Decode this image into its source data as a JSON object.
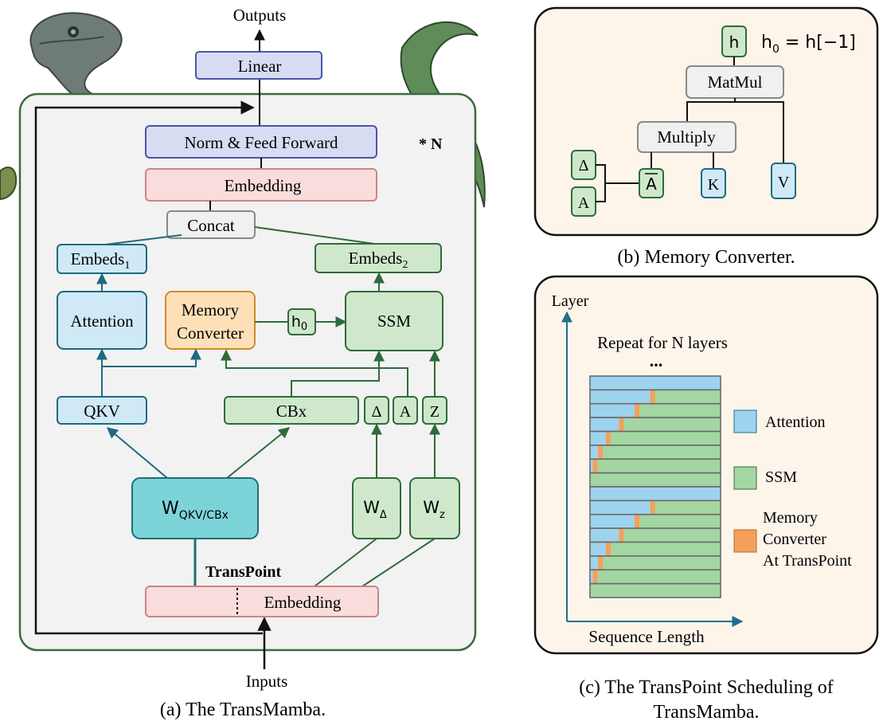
{
  "panel_a": {
    "outputs": "Outputs",
    "inputs": "Inputs",
    "linear": "Linear",
    "norm_ff": "Norm & Feed Forward",
    "repeat_n": "* N",
    "embedding_top": "Embedding",
    "concat": "Concat",
    "embeds1": "Embeds",
    "embeds1_sub": "1",
    "embeds2": "Embeds",
    "embeds2_sub": "2",
    "attention": "Attention",
    "memory_converter_1": "Memory",
    "memory_converter_2": "Converter",
    "h0": "h",
    "h0_sub": "0",
    "ssm": "SSM",
    "qkv": "QKV",
    "cbx": "CBx",
    "delta": "Δ",
    "a": "A",
    "z": "Z",
    "w_qkv": "W",
    "w_qkv_sub": "QKV/CBx",
    "w_delta": "W",
    "w_delta_sub": "Δ",
    "w_z": "W",
    "w_z_sub": "z",
    "transpoint": "TransPoint",
    "embedding_bottom": "Embedding",
    "caption": "(a) The TransMamba."
  },
  "panel_b": {
    "h": "h",
    "equation": "h",
    "equation_sub": "0",
    "equation_rest": " = h[−1]",
    "matmul": "MatMul",
    "multiply": "Multiply",
    "delta": "Δ",
    "a": "A",
    "a_bar": "A",
    "k": "K",
    "v": "V",
    "caption": "(b) Memory Converter."
  },
  "panel_c": {
    "y_label": "Layer",
    "x_label": "Sequence Length",
    "repeat": "Repeat for N layers",
    "dots": "...",
    "legend_attention": "Attention",
    "legend_ssm": "SSM",
    "legend_mc_1": "Memory",
    "legend_mc_2": "Converter",
    "legend_mc_3": "At TransPoint",
    "caption_1": "(c) The TransPoint Scheduling of",
    "caption_2": "TransMamba.",
    "colors": {
      "attention": "#9ed3ef",
      "ssm": "#a3d6a3",
      "memory_converter": "#f5a05a"
    },
    "rows": [
      {
        "transpoint": 1.0
      },
      {
        "transpoint": 0.48
      },
      {
        "transpoint": 0.36
      },
      {
        "transpoint": 0.24
      },
      {
        "transpoint": 0.14
      },
      {
        "transpoint": 0.08
      },
      {
        "transpoint": 0.04
      },
      {
        "transpoint": 0.0
      },
      {
        "transpoint": 1.0
      },
      {
        "transpoint": 0.48
      },
      {
        "transpoint": 0.36
      },
      {
        "transpoint": 0.24
      },
      {
        "transpoint": 0.14
      },
      {
        "transpoint": 0.08
      },
      {
        "transpoint": 0.04
      },
      {
        "transpoint": 0.0
      }
    ]
  }
}
